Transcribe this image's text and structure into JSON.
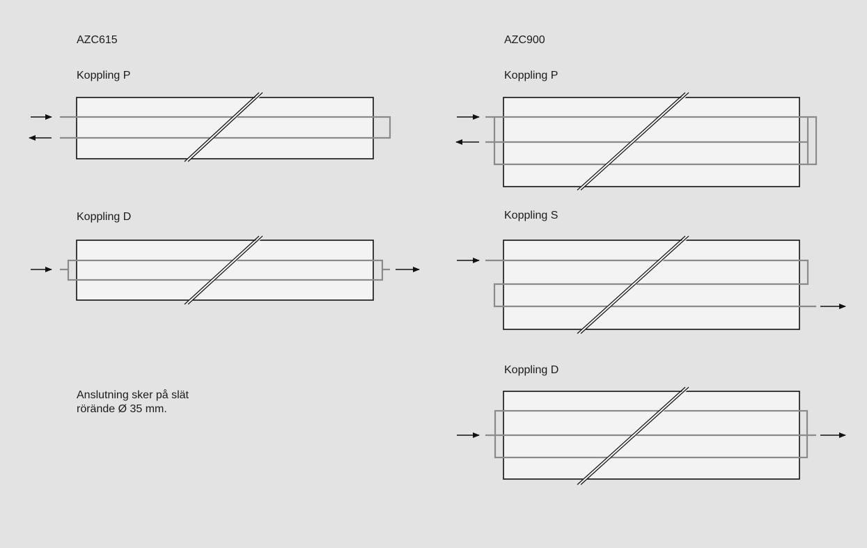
{
  "models": [
    {
      "name": "AZC615",
      "couplings": [
        "Koppling P",
        "Koppling D"
      ]
    },
    {
      "name": "AZC900",
      "couplings": [
        "Koppling P",
        "Koppling S",
        "Koppling D"
      ]
    }
  ],
  "note": {
    "line1": "Anslutning sker på slät",
    "line2": "rörände Ø 35 mm."
  },
  "colors": {
    "background": "#e3e3e3",
    "box_fill": "#f3f3f3",
    "pipe": "#8a8a8a",
    "outline": "#111111"
  }
}
